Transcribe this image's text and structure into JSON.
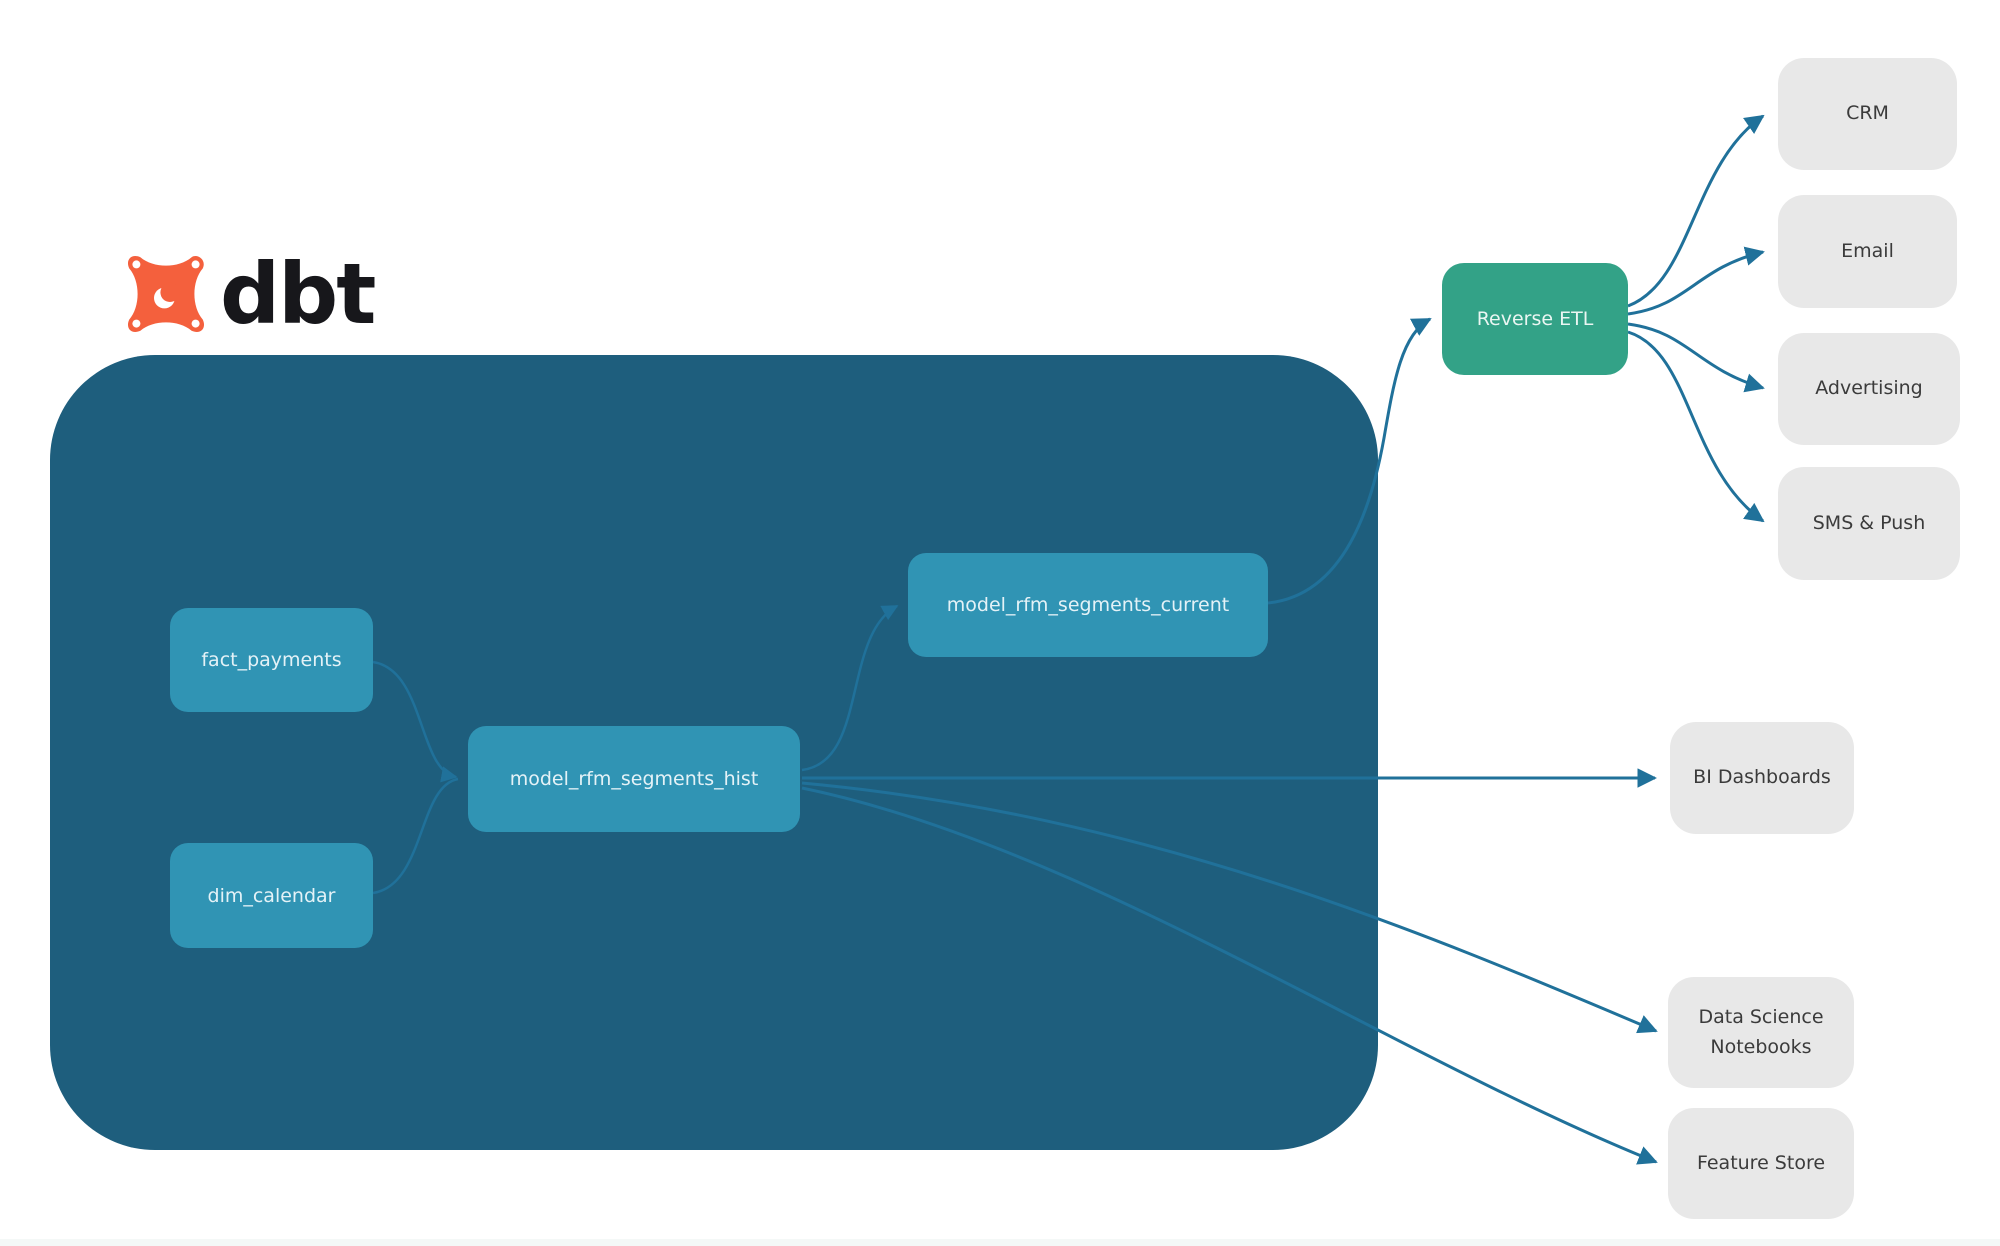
{
  "brand": {
    "name": "dbt",
    "icon": "dbt-logo-icon",
    "icon_color": "#f4603d"
  },
  "diagram": {
    "warehouse_nodes": {
      "fact_payments": "fact_payments",
      "dim_calendar": "dim_calendar",
      "model_rfm_segments_hist": "model_rfm_segments_hist",
      "model_rfm_segments_current": "model_rfm_segments_current"
    },
    "etl_node": {
      "label": "Reverse ETL"
    },
    "destination_nodes": {
      "crm": "CRM",
      "email": "Email",
      "advertising": "Advertising",
      "sms_push": "SMS & Push",
      "bi_dashboards": "BI Dashboards",
      "data_science_notebooks": "Data Science Notebooks",
      "feature_store": "Feature Store"
    },
    "edges": [
      {
        "from": "fact_payments",
        "to": "model_rfm_segments_hist"
      },
      {
        "from": "dim_calendar",
        "to": "model_rfm_segments_hist"
      },
      {
        "from": "model_rfm_segments_hist",
        "to": "model_rfm_segments_current"
      },
      {
        "from": "model_rfm_segments_current",
        "to": "Reverse ETL"
      },
      {
        "from": "model_rfm_segments_hist",
        "to": "BI Dashboards"
      },
      {
        "from": "model_rfm_segments_hist",
        "to": "Data Science Notebooks"
      },
      {
        "from": "model_rfm_segments_hist",
        "to": "Feature Store"
      },
      {
        "from": "Reverse ETL",
        "to": "CRM"
      },
      {
        "from": "Reverse ETL",
        "to": "Email"
      },
      {
        "from": "Reverse ETL",
        "to": "Advertising"
      },
      {
        "from": "Reverse ETL",
        "to": "SMS & Push"
      }
    ],
    "colors": {
      "warehouse_container": "#1e5e7d",
      "warehouse_node": "#3094b4",
      "etl_node": "#33a287",
      "destination_node": "#e8e8e8",
      "edge": "#20719a",
      "logo_orange": "#f4603d",
      "logo_text": "#17171b"
    }
  }
}
